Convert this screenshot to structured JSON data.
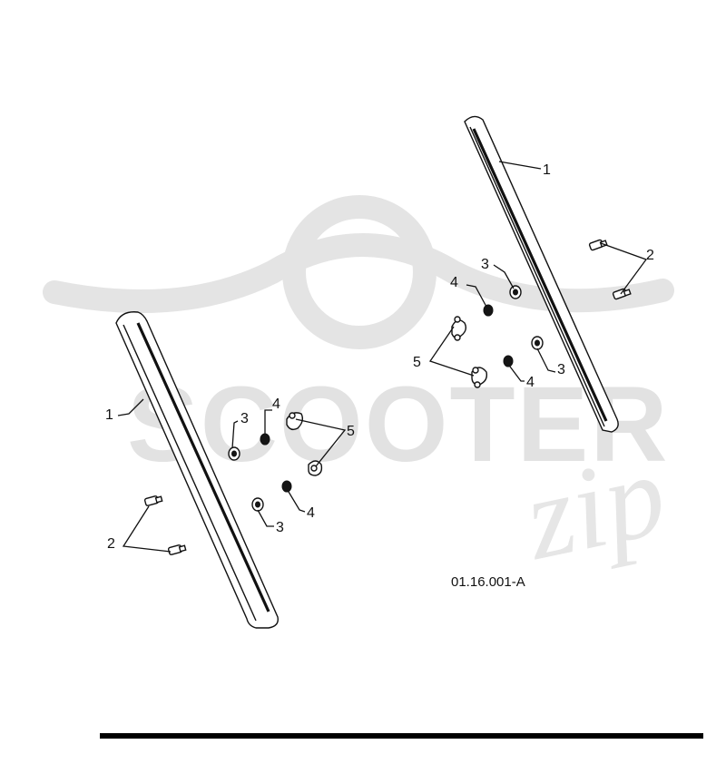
{
  "watermark": {
    "brand": "SCOOTER",
    "sub": "zip"
  },
  "drawing_ref": "01.16.001-A",
  "callouts": {
    "rail": "1",
    "screw": "2",
    "washer": "3",
    "nut": "4",
    "clip": "5"
  },
  "colors": {
    "line": "#111111",
    "watermark": "#e2e2e2",
    "rule": "#000000"
  }
}
